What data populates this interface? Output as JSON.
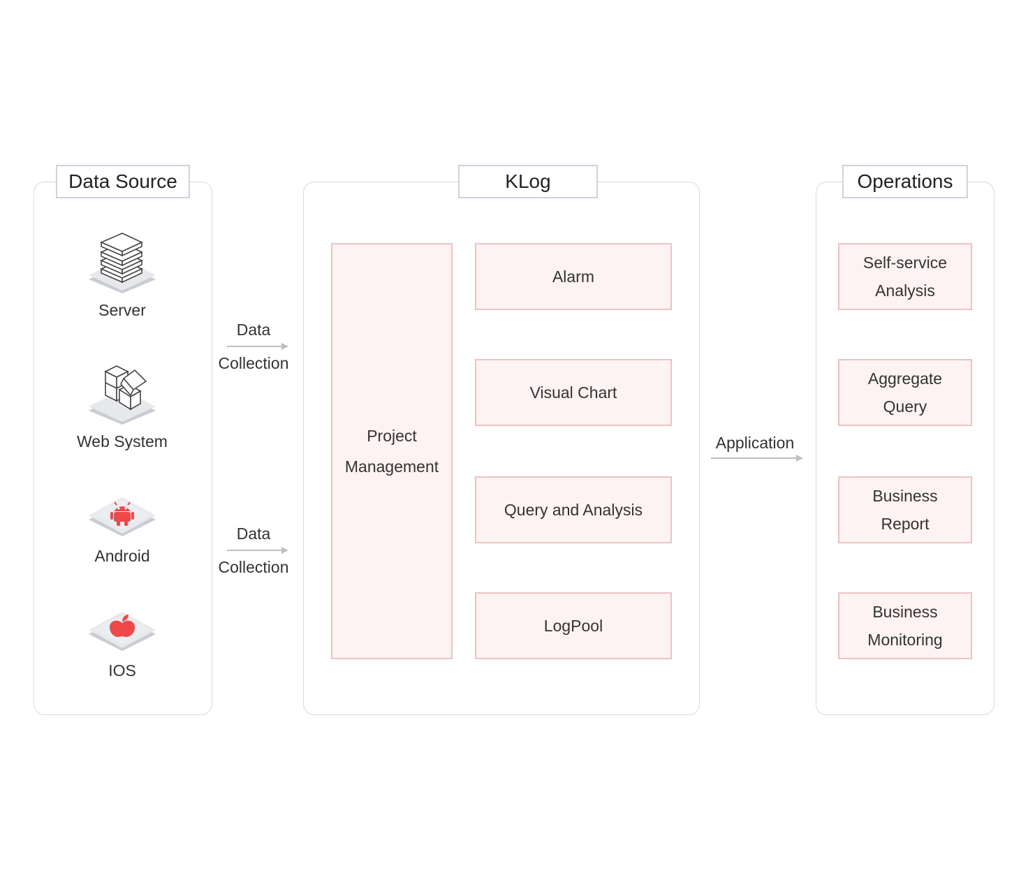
{
  "panels": {
    "data_source": {
      "title": "Data Source"
    },
    "klog": {
      "title": "KLog"
    },
    "operations": {
      "title": "Operations"
    }
  },
  "sources": [
    {
      "label": "Server",
      "icon": "server-icon"
    },
    {
      "label": "Web System",
      "icon": "web-system-icon"
    },
    {
      "label": "Android",
      "icon": "android-icon"
    },
    {
      "label": "IOS",
      "icon": "ios-icon"
    }
  ],
  "flows": {
    "collection_top": {
      "line1": "Data",
      "line2": "Collection"
    },
    "collection_bottom": {
      "line1": "Data",
      "line2": "Collection"
    },
    "application": "Application"
  },
  "klog_modules": {
    "project_management": {
      "line1": "Project",
      "line2": "Management"
    },
    "alarm": "Alarm",
    "visual_chart": "Visual Chart",
    "query_analysis": "Query and Analysis",
    "logpool": "LogPool"
  },
  "operations_items": [
    {
      "line1": "Self-service",
      "line2": "Analysis"
    },
    {
      "line1": "Aggregate",
      "line2": "Query"
    },
    {
      "line1": "Business",
      "line2": "Report"
    },
    {
      "line1": "Business",
      "line2": "Monitoring"
    }
  ],
  "colors": {
    "module_fill": "#fcf3f2",
    "module_border": "#ecc2c2",
    "accent_red": "#f04848",
    "arrow_gray": "#bfbfbf"
  }
}
